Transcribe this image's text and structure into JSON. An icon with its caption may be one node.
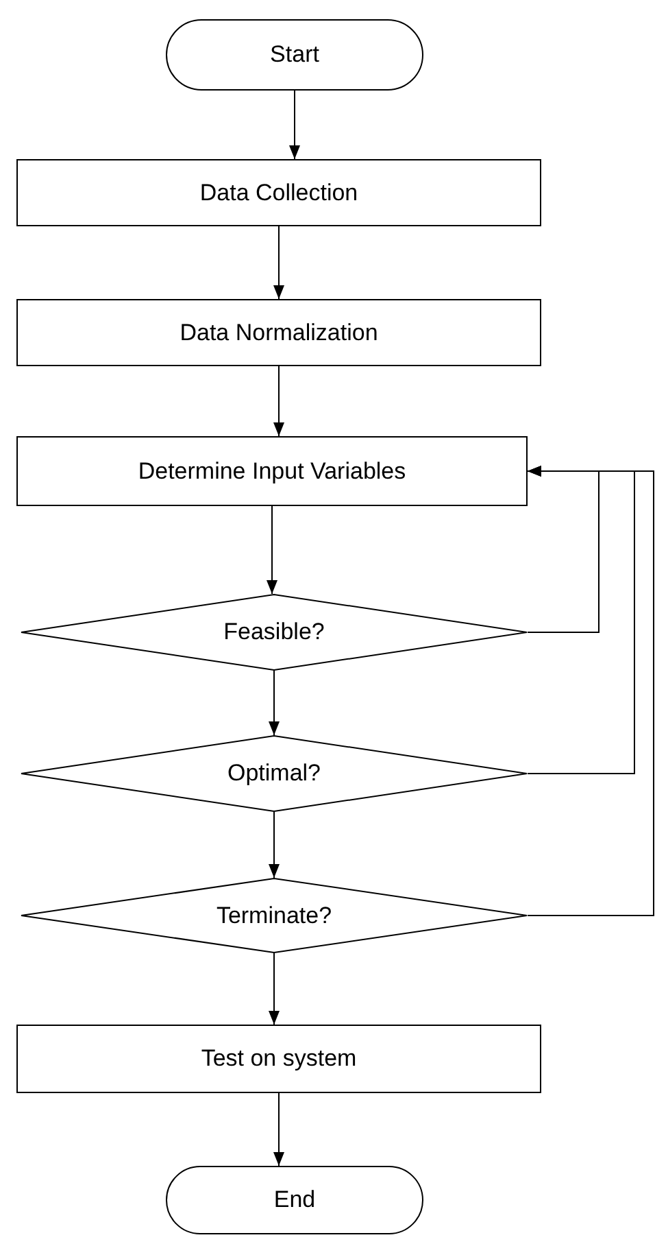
{
  "diagram": {
    "nodes": [
      {
        "text": [
          "Start"
        ]
      },
      {
        "text": [
          "Data Collection"
        ]
      },
      {
        "text": [
          "Data Normalization"
        ]
      },
      {
        "text": [
          "Determine Input Variables"
        ]
      },
      {
        "text": [
          "Feasible?"
        ]
      },
      {
        "text": [
          "Optimal?"
        ]
      },
      {
        "text": [
          "Terminate?"
        ]
      },
      {
        "text": [
          "Test on system"
        ]
      },
      {
        "text": [
          "End"
        ]
      }
    ],
    "edges": [
      {
        "from": 0,
        "to": 1,
        "arrow": "to"
      },
      {
        "from": 1,
        "to": 2,
        "arrow": "to"
      },
      {
        "from": 2,
        "to": 3,
        "arrow": "to"
      },
      {
        "from": 3,
        "to": 4,
        "arrow": "to"
      },
      {
        "from": 4,
        "to": 5,
        "arrow": "to"
      },
      {
        "from": 5,
        "to": 6,
        "arrow": "to"
      },
      {
        "from": 6,
        "to": 7,
        "arrow": "to"
      },
      {
        "from": 7,
        "to": 8,
        "arrow": "to"
      },
      {
        "from": 4,
        "to": 3,
        "arrow": "to"
      },
      {
        "from": 5,
        "to": 3,
        "arrow": "to"
      },
      {
        "from": 6,
        "to": 3,
        "arrow": "to"
      }
    ]
  }
}
